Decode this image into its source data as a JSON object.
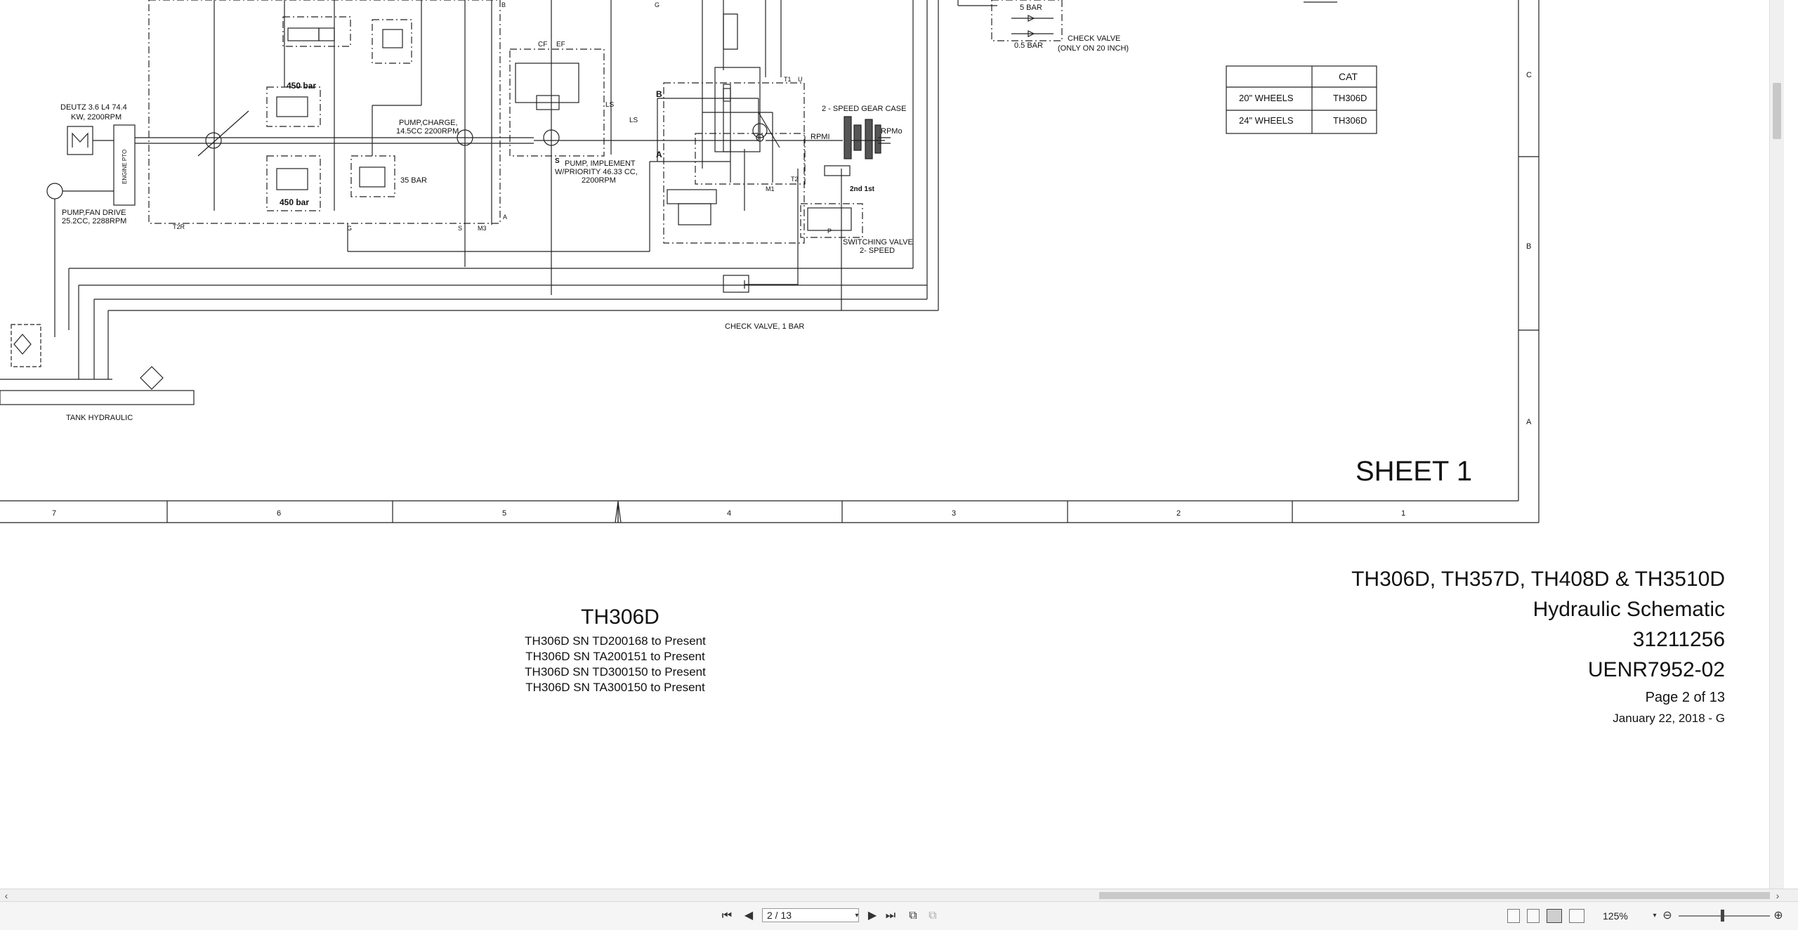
{
  "document": {
    "labels": {
      "engine": [
        "DEUTZ 3.6 L4 74.4",
        "KW, 2200RPM"
      ],
      "engine_pto": "ENGINE PTO",
      "pump_fan": [
        "PUMP,FAN DRIVE",
        "25.2CC, 2288RPM"
      ],
      "relief_450_top": "450 bar",
      "relief_450_bottom": "450 bar",
      "relief_35": "35 BAR",
      "pump_charge": [
        "PUMP,CHARGE,",
        "14.5CC 2200RPM"
      ],
      "pump_implement": [
        "PUMP, IMPLEMENT",
        "W/PRIORITY 46.33    CC,",
        "2200RPM"
      ],
      "cf": "CF",
      "ef": "EF",
      "ls": "LS",
      "port_s": "S",
      "port_b": "B",
      "port_a": "A",
      "port_g": "G",
      "port_m3": "M3",
      "port_t2r": "T2R",
      "port_t1": "T1",
      "port_u": "U",
      "port_t2": "T2",
      "port_m1": "M1",
      "port_p": "P",
      "two_speed_gear_case": "2 - SPEED GEAR CASE",
      "rpmi": "RPMI",
      "rpmo": "RPMo",
      "gear_2nd_1st": "2nd 1st",
      "switching_valve": [
        "SWITCHING VALVE",
        "2- SPEED"
      ],
      "check_valve_1bar": "CHECK VALVE, 1 BAR",
      "check_valve_top": [
        "CHECK VALVE",
        "(ONLY ON 20 INCH)"
      ],
      "five_bar": "5 BAR",
      "half_bar": "0.5 BAR",
      "tank_hydraulic": "TANK HYDRAULIC",
      "sheet": "SHEET 1"
    },
    "cat_table": {
      "header": [
        "",
        "CAT"
      ],
      "rows": [
        [
          "20\" WHEELS",
          "TH306D"
        ],
        [
          "24\" WHEELS",
          "TH306D"
        ]
      ]
    },
    "zone_rows": [
      "C",
      "B",
      "A"
    ],
    "zone_columns": [
      "7",
      "6",
      "5",
      "4",
      "3",
      "2",
      "1"
    ],
    "model_block": {
      "model": "TH306D",
      "serials": [
        "TH306D SN TD200168 to Present",
        "TH306D SN TA200151 to Present",
        "TH306D SN TD300150 to Present",
        "TH306D SN TA300150 to Present"
      ]
    },
    "title_block": {
      "models": "TH306D, TH357D, TH408D & TH3510D",
      "title": "Hydraulic Schematic",
      "part_number": "31211256",
      "document_number": "UENR7952-02",
      "page": "Page 2 of 13",
      "date": "January 22, 2018 - G"
    }
  },
  "viewer": {
    "page_field": "2 / 13",
    "zoom": "125%",
    "icons": {
      "first_page": "first-page-icon",
      "prev_page": "previous-page-icon",
      "next_page": "next-page-icon",
      "last_page": "last-page-icon",
      "previous_view": "previous-view-icon",
      "next_view": "next-view-icon",
      "single_page": "single-page-view-icon",
      "continuous": "continuous-view-icon",
      "facing": "facing-view-icon",
      "continuous_facing": "continuous-facing-view-icon",
      "zoom_out": "zoom-out-icon",
      "zoom_in": "zoom-in-icon"
    }
  }
}
